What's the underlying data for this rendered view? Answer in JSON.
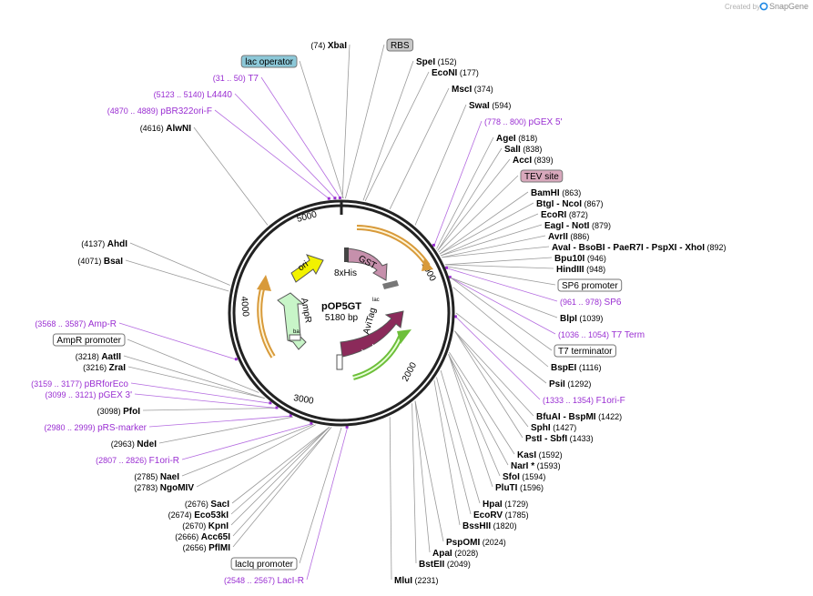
{
  "credit": {
    "text": "Created by",
    "brand": "SnapGene",
    "brand_color": "#1e88e5"
  },
  "plasmid": {
    "name": "pOP5GT",
    "size": "5180 bp"
  },
  "ticks": [
    "1000",
    "2000",
    "3000",
    "4000",
    "5000"
  ],
  "inner_features": [
    {
      "name": "ori",
      "color": "#f2f200",
      "icon": "arrow-ori"
    },
    {
      "name": "AmpR",
      "color": "#c8f5c8",
      "icon": "arrow-ampr"
    },
    {
      "name": "GST",
      "color": "#c690ac",
      "icon": "arrow-gst"
    },
    {
      "name": "8xHis",
      "color": "#444444",
      "icon": "his-tag"
    },
    {
      "name": "AviTag",
      "color": "#777777",
      "icon": "avitag"
    },
    {
      "name": "lacI",
      "color": "#8b2a5a",
      "icon": "arrow-laci"
    },
    {
      "name": "lac",
      "color": "#777777",
      "icon": "lac-small"
    },
    {
      "name": "ba",
      "color": "#777777",
      "icon": "ba-small"
    }
  ],
  "labels": [
    {
      "kind": "enzyme",
      "name": "XbaI",
      "pos": "(74)"
    },
    {
      "kind": "boxed",
      "name": "RBS",
      "color": "#c8c8c8"
    },
    {
      "kind": "boxed",
      "name": "lac operator",
      "color": "#8cc8d8"
    },
    {
      "kind": "feature",
      "name": "T7",
      "pos": "(31 .. 50)"
    },
    {
      "kind": "feature",
      "name": "L4440",
      "pos": "(5123 .. 5140)"
    },
    {
      "kind": "feature",
      "name": "pBR322ori-F",
      "pos": "(4870 .. 4889)"
    },
    {
      "kind": "enzyme",
      "name": "AlwNI",
      "pos": "(4616)"
    },
    {
      "kind": "enzyme",
      "name": "SpeI",
      "pos": "(152)"
    },
    {
      "kind": "enzyme",
      "name": "EcoNI",
      "pos": "(177)"
    },
    {
      "kind": "enzyme",
      "name": "MscI",
      "pos": "(374)"
    },
    {
      "kind": "enzyme",
      "name": "SwaI",
      "pos": "(594)"
    },
    {
      "kind": "feature",
      "name": "pGEX 5'",
      "pos": "(778 .. 800)"
    },
    {
      "kind": "enzyme",
      "name": "AgeI",
      "pos": "(818)"
    },
    {
      "kind": "enzyme",
      "name": "SalI",
      "pos": "(838)"
    },
    {
      "kind": "enzyme",
      "name": "AccI",
      "pos": "(839)"
    },
    {
      "kind": "boxed",
      "name": "TEV site",
      "color": "#d8a8bc"
    },
    {
      "kind": "enzyme",
      "name": "BamHI",
      "pos": "(863)"
    },
    {
      "kind": "enzyme",
      "name": "BtgI  - NcoI",
      "pos": "(867)"
    },
    {
      "kind": "enzyme",
      "name": "EcoRI",
      "pos": "(872)"
    },
    {
      "kind": "enzyme",
      "name": "EagI  - NotI",
      "pos": "(879)"
    },
    {
      "kind": "enzyme",
      "name": "AvrII",
      "pos": "(886)"
    },
    {
      "kind": "enzyme",
      "name": "AvaI  - BsoBI  - PaeR7I  - PspXI  - XhoI",
      "pos": "(892)"
    },
    {
      "kind": "enzyme",
      "name": "Bpu10I",
      "pos": "(946)"
    },
    {
      "kind": "enzyme",
      "name": "HindIII",
      "pos": "(948)"
    },
    {
      "kind": "boxed",
      "name": "SP6 promoter",
      "color": "#ffffff"
    },
    {
      "kind": "feature",
      "name": "SP6",
      "pos": "(961 .. 978)"
    },
    {
      "kind": "enzyme",
      "name": "BlpI",
      "pos": "(1039)"
    },
    {
      "kind": "feature",
      "name": "T7 Term",
      "pos": "(1036 .. 1054)"
    },
    {
      "kind": "boxed",
      "name": "T7 terminator",
      "color": "#ffffff"
    },
    {
      "kind": "enzyme",
      "name": "BspEI",
      "pos": "(1116)"
    },
    {
      "kind": "enzyme",
      "name": "PsiI",
      "pos": "(1292)"
    },
    {
      "kind": "feature",
      "name": "F1ori-F",
      "pos": "(1333 .. 1354)"
    },
    {
      "kind": "enzyme",
      "name": "BfuAI  - BspMI",
      "pos": "(1422)"
    },
    {
      "kind": "enzyme",
      "name": "SphI",
      "pos": "(1427)"
    },
    {
      "kind": "enzyme",
      "name": "PstI  - SbfI",
      "pos": "(1433)"
    },
    {
      "kind": "enzyme",
      "name": "KasI",
      "pos": "(1592)"
    },
    {
      "kind": "enzyme",
      "name": "NarI *",
      "pos": "(1593)"
    },
    {
      "kind": "enzyme",
      "name": "SfoI",
      "pos": "(1594)"
    },
    {
      "kind": "enzyme",
      "name": "PluTI",
      "pos": "(1596)"
    },
    {
      "kind": "enzyme",
      "name": "HpaI",
      "pos": "(1729)"
    },
    {
      "kind": "enzyme",
      "name": "EcoRV",
      "pos": "(1785)"
    },
    {
      "kind": "enzyme",
      "name": "BssHII",
      "pos": "(1820)"
    },
    {
      "kind": "enzyme",
      "name": "PspOMI",
      "pos": "(2024)"
    },
    {
      "kind": "enzyme",
      "name": "ApaI",
      "pos": "(2028)"
    },
    {
      "kind": "enzyme",
      "name": "BstEII",
      "pos": "(2049)"
    },
    {
      "kind": "enzyme",
      "name": "MluI",
      "pos": "(2231)"
    },
    {
      "kind": "feature",
      "name": "LacI-R",
      "pos": "(2548 .. 2567)"
    },
    {
      "kind": "boxed",
      "name": "lacIq promoter",
      "color": "#ffffff"
    },
    {
      "kind": "enzyme",
      "name": "PflMI",
      "pos": "(2656)"
    },
    {
      "kind": "enzyme",
      "name": "Acc65I",
      "pos": "(2666)"
    },
    {
      "kind": "enzyme",
      "name": "KpnI",
      "pos": "(2670)"
    },
    {
      "kind": "enzyme",
      "name": "Eco53kI",
      "pos": "(2674)"
    },
    {
      "kind": "enzyme",
      "name": "SacI",
      "pos": "(2676)"
    },
    {
      "kind": "enzyme",
      "name": "NgoMIV",
      "pos": "(2783)"
    },
    {
      "kind": "enzyme",
      "name": "NaeI",
      "pos": "(2785)"
    },
    {
      "kind": "feature",
      "name": "F1ori-R",
      "pos": "(2807 .. 2826)"
    },
    {
      "kind": "enzyme",
      "name": "NdeI",
      "pos": "(2963)"
    },
    {
      "kind": "feature",
      "name": "pRS-marker",
      "pos": "(2980 .. 2999)"
    },
    {
      "kind": "enzyme",
      "name": "PfoI",
      "pos": "(3098)"
    },
    {
      "kind": "feature",
      "name": "pGEX 3'",
      "pos": "(3099 .. 3121)"
    },
    {
      "kind": "feature",
      "name": "pBRforEco",
      "pos": "(3159 .. 3177)"
    },
    {
      "kind": "enzyme",
      "name": "ZraI",
      "pos": "(3216)"
    },
    {
      "kind": "enzyme",
      "name": "AatII",
      "pos": "(3218)"
    },
    {
      "kind": "boxed",
      "name": "AmpR promoter",
      "color": "#ffffff"
    },
    {
      "kind": "feature",
      "name": "Amp-R",
      "pos": "(3568 .. 3587)"
    },
    {
      "kind": "enzyme",
      "name": "BsaI",
      "pos": "(4071)"
    },
    {
      "kind": "enzyme",
      "name": "AhdI",
      "pos": "(4137)"
    }
  ]
}
